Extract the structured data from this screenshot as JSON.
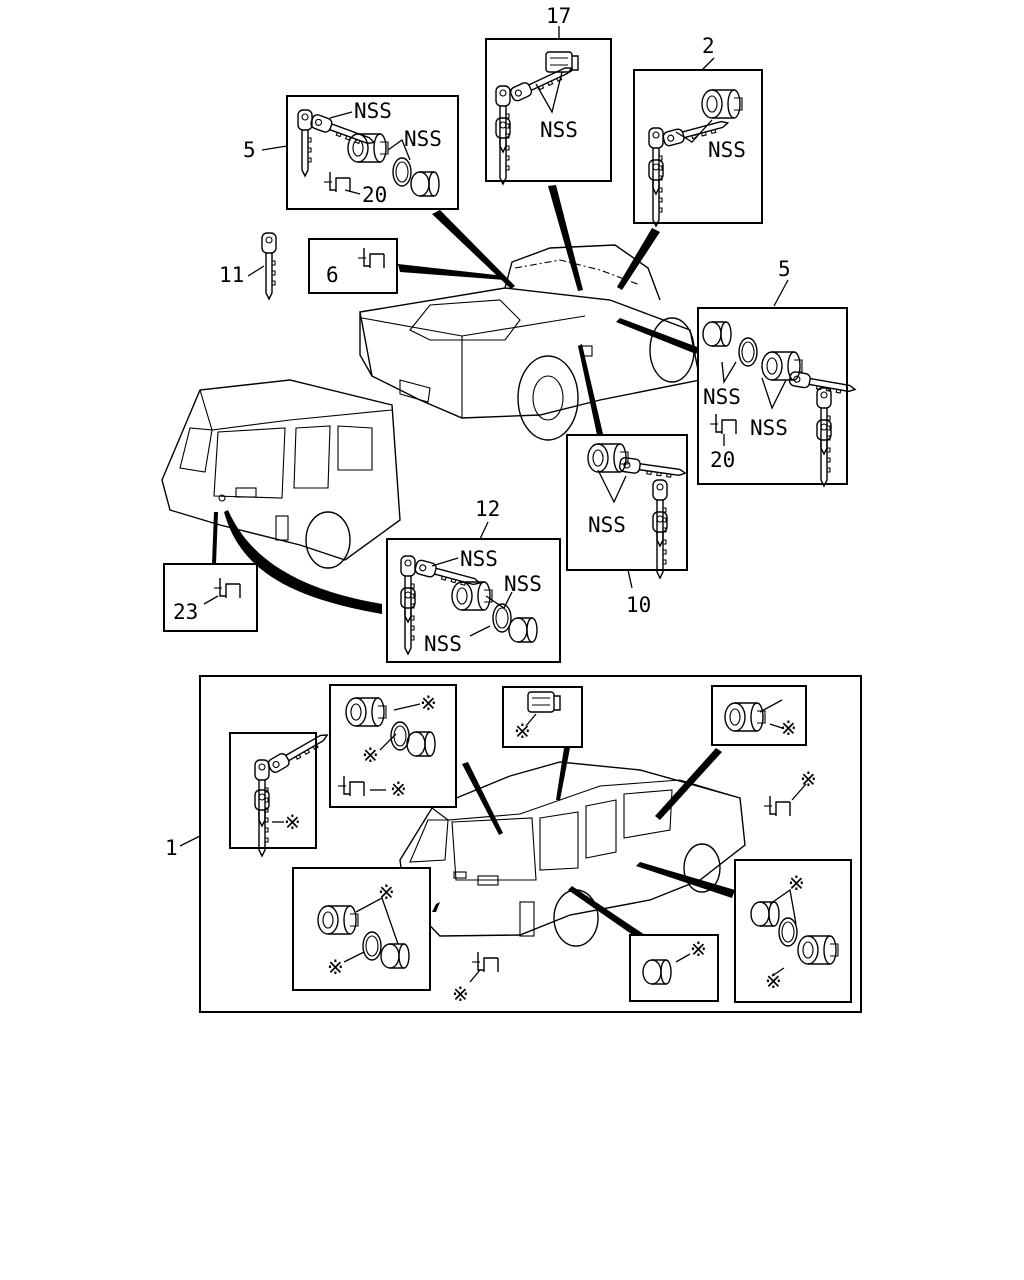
{
  "callouts": {
    "c1": "1",
    "c2": "2",
    "c5a": "5",
    "c5b": "5",
    "c6": "6",
    "c10": "10",
    "c11": "11",
    "c12": "12",
    "c17": "17",
    "c20a": "20",
    "c20b": "20",
    "c23": "23"
  },
  "nss": "NSS",
  "star": "※"
}
